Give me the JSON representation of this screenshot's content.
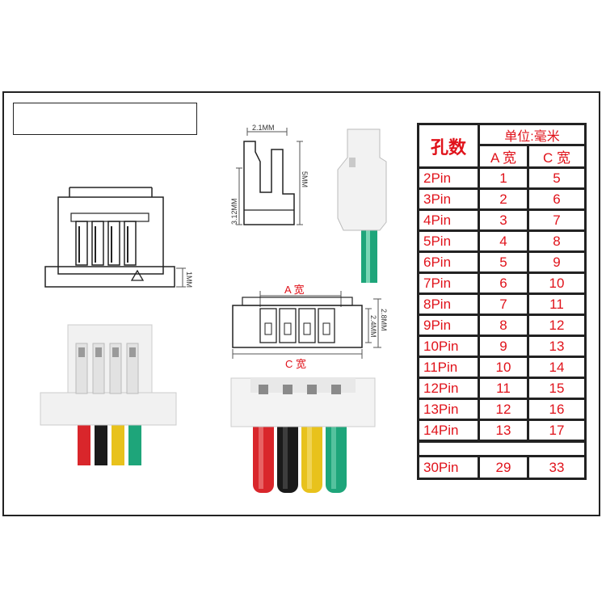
{
  "diagram": {
    "dimensions": {
      "width_top": "2.1MM",
      "height_side": "5MM",
      "height_left": "3.12MM",
      "flange": "1MM",
      "inner_height": "2.4MM",
      "outer_height": "2.8MM"
    },
    "labels": {
      "a_width": "A 宽",
      "c_width": "C 宽"
    },
    "wire_colors": [
      "#d9262b",
      "#1a1a1a",
      "#e8c21c",
      "#1ea57a"
    ]
  },
  "table": {
    "header": "孔数",
    "unit": "单位:毫米",
    "col_a": "A 宽",
    "col_c": "C 宽",
    "rows": [
      {
        "pin": "2Pin",
        "a": "1",
        "c": "5"
      },
      {
        "pin": "3Pin",
        "a": "2",
        "c": "6"
      },
      {
        "pin": "4Pin",
        "a": "3",
        "c": "7"
      },
      {
        "pin": "5Pin",
        "a": "4",
        "c": "8"
      },
      {
        "pin": "6Pin",
        "a": "5",
        "c": "9"
      },
      {
        "pin": "7Pin",
        "a": "6",
        "c": "10"
      },
      {
        "pin": "8Pin",
        "a": "7",
        "c": "11"
      },
      {
        "pin": "9Pin",
        "a": "8",
        "c": "12"
      },
      {
        "pin": "10Pin",
        "a": "9",
        "c": "13"
      },
      {
        "pin": "11Pin",
        "a": "10",
        "c": "14"
      },
      {
        "pin": "12Pin",
        "a": "11",
        "c": "15"
      },
      {
        "pin": "13Pin",
        "a": "12",
        "c": "16"
      },
      {
        "pin": "14Pin",
        "a": "13",
        "c": "17"
      }
    ],
    "last_row": {
      "pin": "30Pin",
      "a": "29",
      "c": "33"
    },
    "colors": {
      "text": "#e0121a",
      "grid": "#222222"
    }
  }
}
